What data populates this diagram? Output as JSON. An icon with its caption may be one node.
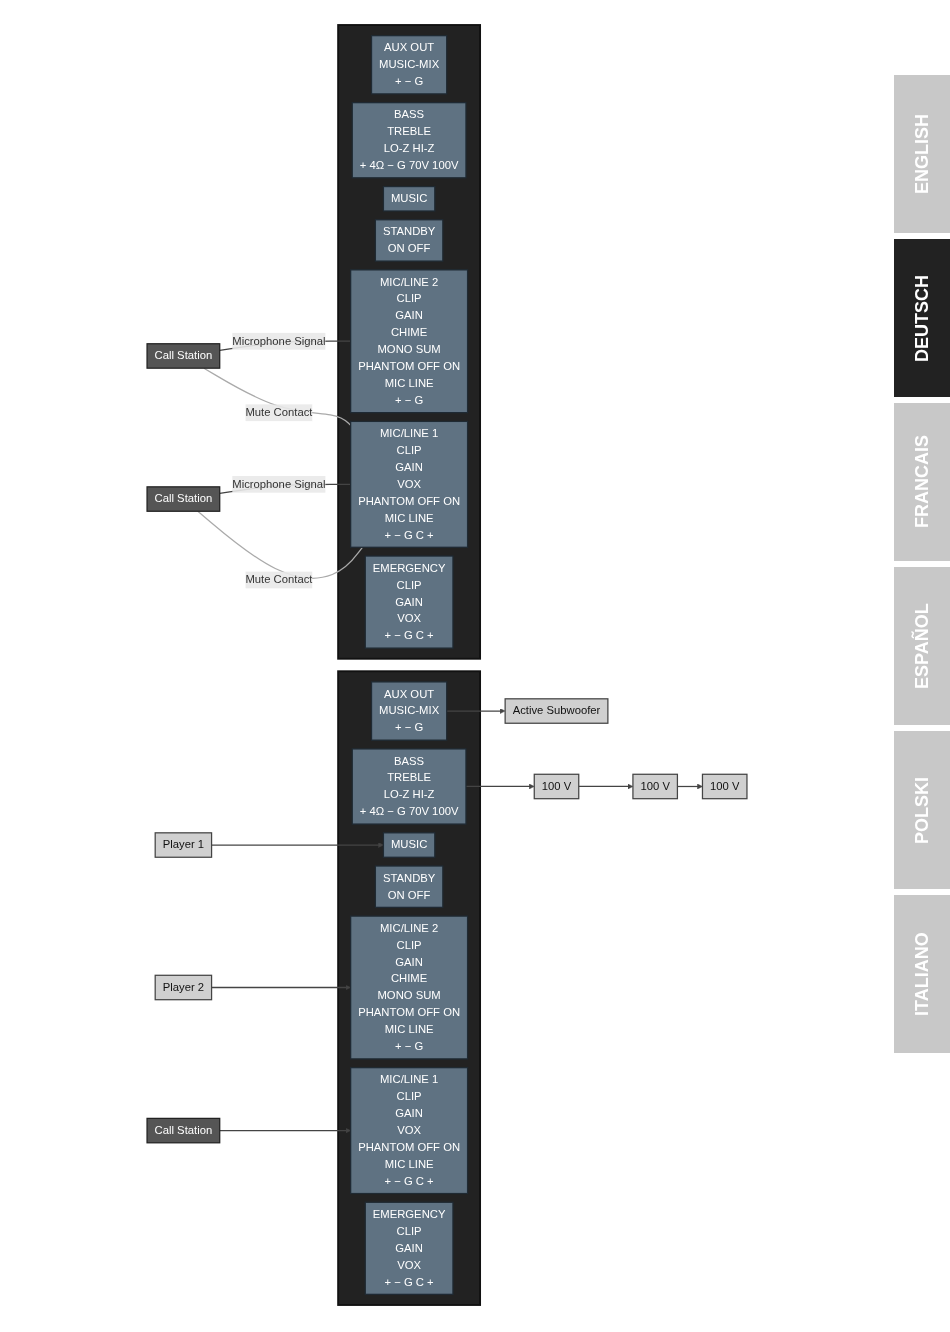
{
  "diagram": {
    "nodes": [
      {
        "text": [
          "Player 1"
        ]
      },
      {
        "text": [
          "Player 2"
        ]
      },
      {
        "text": [
          "Active Subwoofer"
        ]
      },
      {
        "text": [],
        "shape": "box"
      },
      {
        "text": [
          "AUX OUT",
          "MUSIC-MIX",
          "+ − G"
        ],
        "in": 3
      },
      {
        "text": [
          "BASS",
          "TREBLE",
          "LO-Z HI-Z",
          "+ 4Ω − G 70V 100V"
        ],
        "in": 3
      },
      {
        "text": [
          "MUSIC"
        ],
        "in": 3
      },
      {
        "text": [
          "STANDBY",
          "ON OFF"
        ],
        "in": 3
      },
      {
        "text": [
          "MIC/LINE 2",
          "CLIP",
          "GAIN",
          "CHIME",
          "MONO SUM",
          "PHANTOM OFF ON",
          "MIC LINE",
          "+ − G"
        ],
        "in": 3
      },
      {
        "text": [
          "MIC/LINE 1",
          "CLIP",
          "GAIN",
          "VOX",
          "PHANTOM OFF ON",
          "MIC LINE",
          "+ − G C +"
        ],
        "in": 3
      },
      {
        "text": [
          "EMERGENCY",
          "CLIP",
          "GAIN",
          "VOX",
          "+ − G C +"
        ],
        "in": 3
      },
      {
        "text": [
          "100 V"
        ]
      },
      {
        "text": [
          "100 V"
        ]
      },
      {
        "text": [
          "100 V"
        ]
      },
      {
        "text": [
          "Call Station"
        ]
      },
      {
        "text": [],
        "shape": "box"
      },
      {
        "text": [
          "AUX OUT",
          "MUSIC-MIX",
          "+ − G"
        ],
        "in": 15
      },
      {
        "text": [
          "BASS",
          "TREBLE",
          "LO-Z HI-Z",
          "+ 4Ω − G 70V 100V"
        ],
        "in": 15
      },
      {
        "text": [
          "MUSIC"
        ],
        "in": 15
      },
      {
        "text": [
          "STANDBY",
          "ON OFF"
        ],
        "in": 15
      },
      {
        "text": [
          "MIC/LINE 2",
          "CLIP",
          "GAIN",
          "CHIME",
          "MONO SUM",
          "PHANTOM OFF ON",
          "MIC LINE",
          "+ − G"
        ],
        "in": 15
      },
      {
        "text": [
          "MIC/LINE 1",
          "CLIP",
          "GAIN",
          "VOX",
          "PHANTOM OFF ON",
          "MIC LINE",
          "+ − G C +"
        ],
        "in": 15
      },
      {
        "text": [
          "EMERGENCY",
          "CLIP",
          "GAIN",
          "VOX",
          "+ − G C +"
        ],
        "in": 15
      },
      {
        "text": [
          "Call Station"
        ]
      },
      {
        "text": [
          "Call Station"
        ]
      }
    ],
    "edges": [
      {
        "from": 0,
        "to": 6,
        "arrow": "to"
      },
      {
        "from": 1,
        "to": 8,
        "arrow": "to"
      },
      {
        "from": 4,
        "to": 2,
        "arrow": "to"
      },
      {
        "from": 5,
        "to": 13,
        "arrow": "to"
      },
      {
        "from": 13,
        "to": 12,
        "arrow": "to"
      },
      {
        "from": 12,
        "to": 11,
        "arrow": "to"
      },
      {
        "from": 14,
        "to": 9,
        "arrow": "to"
      },
      {
        "from": 23,
        "to": 20,
        "arrow": "none",
        "label": "Microphone Signal"
      },
      {
        "from": 23,
        "to": 21,
        "arrow": "none",
        "label": "Mute Contact",
        "color": "#aaaaaa"
      },
      {
        "from": 24,
        "to": 21,
        "arrow": "none",
        "label": "Microphone Signal"
      },
      {
        "from": 24,
        "to": 21,
        "arrow": "none",
        "label": "Mute Contact",
        "color": "#aaaaaa"
      }
    ],
    "labels": [
      "ENGLISH",
      "DEUTSCH",
      "FRANCAIS",
      "ESPAÑOL",
      "POLSKI",
      "ITALIANO"
    ]
  }
}
